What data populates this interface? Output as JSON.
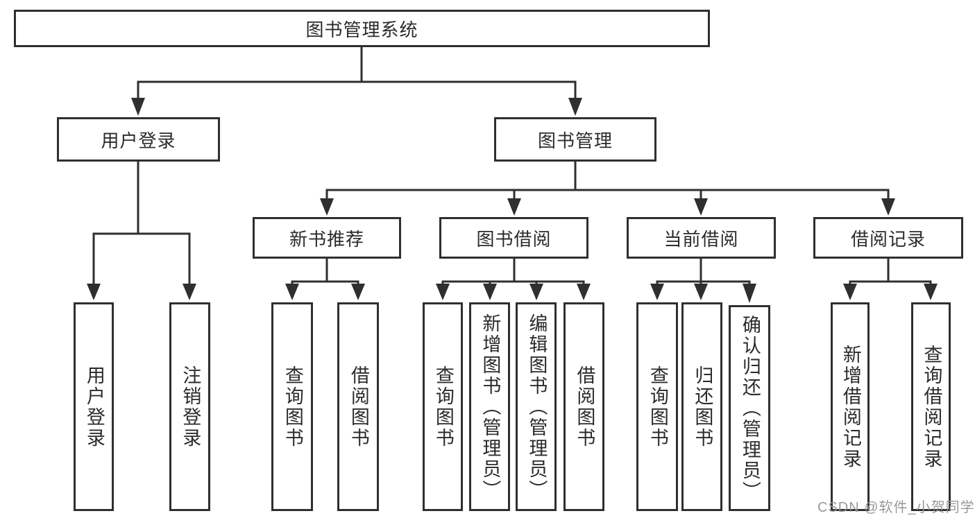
{
  "diagram": {
    "title": "图书管理系统",
    "colors": {
      "line": "#2f2f2f",
      "border": "#2f2f2f",
      "text": "#2b2b2b",
      "background": "#ffffff",
      "watermark": "#949494"
    },
    "nodes": {
      "root": {
        "label": "图书管理系统"
      },
      "user_login": {
        "label": "用户登录"
      },
      "book_mgmt": {
        "label": "图书管理"
      },
      "new_book_rec": {
        "label": "新书推荐"
      },
      "book_borrow": {
        "label": "图书借阅"
      },
      "current_borrow": {
        "label": "当前借阅"
      },
      "borrow_record": {
        "label": "借阅记录"
      },
      "leaf_user_login": {
        "label": "用户登录"
      },
      "leaf_logout": {
        "label": "注销登录"
      },
      "rec_query": {
        "label": "查询图书"
      },
      "rec_borrow": {
        "label": "借阅图书"
      },
      "bb_query": {
        "label": "查询图书"
      },
      "bb_add": {
        "label": "新增图书（管理员）"
      },
      "bb_edit": {
        "label": "编辑图书（管理员）"
      },
      "bb_borrow": {
        "label": "借阅图书"
      },
      "cb_query": {
        "label": "查询图书"
      },
      "cb_return": {
        "label": "归还图书"
      },
      "cb_confirm": {
        "label": "确认归还（管理员）"
      },
      "br_add": {
        "label": "新增借阅记录"
      },
      "br_query": {
        "label": "查询借阅记录"
      }
    },
    "watermark": {
      "text": "CSDN @软件_小贺同学"
    }
  }
}
